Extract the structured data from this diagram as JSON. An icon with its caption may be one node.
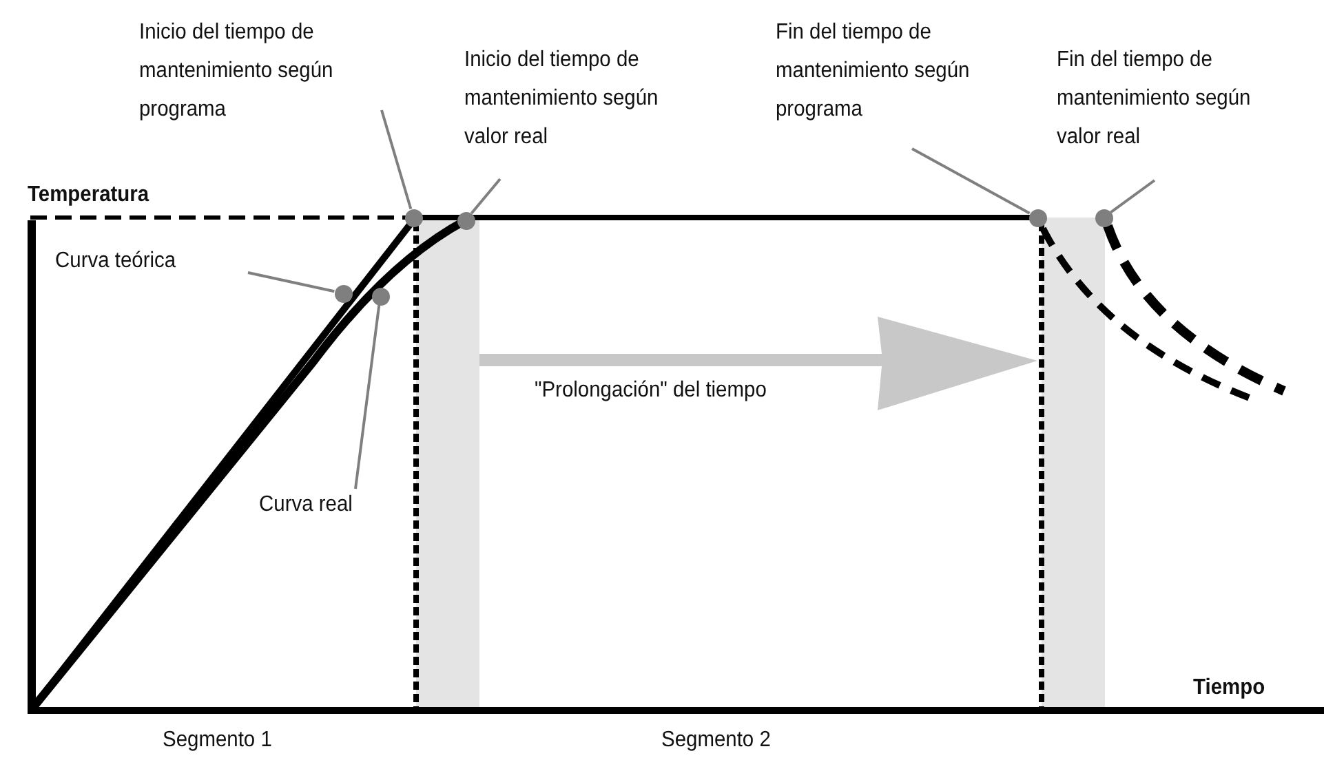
{
  "diagram": {
    "nodes": [
      {
        "text": [
          "Inicio del tiempo de mantenimiento según programa"
        ]
      },
      {
        "text": [
          "Inicio del tiempo de mantenimiento según valor real"
        ]
      },
      {
        "text": [
          "Fin del tiempo de mantenimiento según programa"
        ]
      },
      {
        "text": [
          "Fin del tiempo de mantenimiento según valor real"
        ]
      },
      {
        "text": [
          "Curva teórica"
        ]
      },
      {
        "text": [
          "Curva real"
        ]
      },
      {
        "text": [],
        "shape": "circle"
      },
      {
        "text": [],
        "shape": "circle"
      },
      {
        "text": [],
        "shape": "circle"
      },
      {
        "text": [],
        "shape": "circle"
      },
      {
        "text": [],
        "shape": "circle"
      },
      {
        "text": [],
        "shape": "circle"
      }
    ],
    "edges": [
      {
        "from": 0,
        "to": 6,
        "arrow": "none"
      },
      {
        "from": 1,
        "to": 7,
        "arrow": "none"
      },
      {
        "from": 2,
        "to": 8,
        "arrow": "none"
      },
      {
        "from": 3,
        "to": 9,
        "arrow": "none"
      },
      {
        "from": 4,
        "to": 10,
        "arrow": "none"
      },
      {
        "from": 5,
        "to": 11,
        "arrow": "none"
      }
    ],
    "labels": [
      "Temperatura",
      "\"Prolongación\" del tiempo",
      "Tiempo",
      "Segmento 1",
      "Segmento 2"
    ]
  }
}
